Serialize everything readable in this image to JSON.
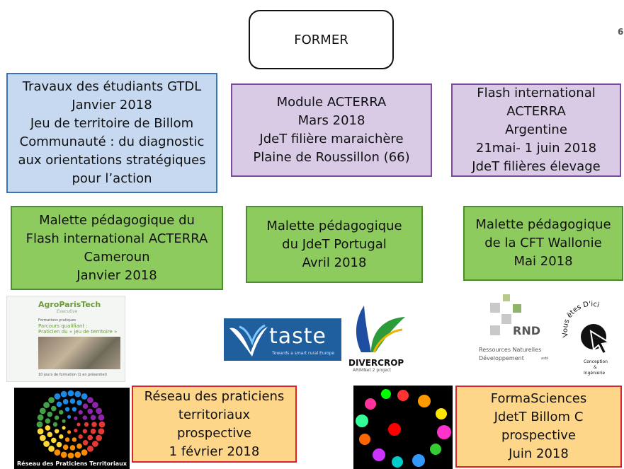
{
  "title": "FORMER",
  "page_number": "6",
  "row1": {
    "gtdl": [
      "Travaux des étudiants GTDL",
      "Janvier 2018",
      "Jeu de territoire de Billom",
      "Communauté : du diagnostic",
      "aux orientations stratégiques",
      "pour l’action"
    ],
    "acterra_module": [
      "Module ACTERRA",
      "Mars 2018",
      "JdeT filière maraichère",
      "Plaine de Roussillon (66)"
    ],
    "flash_argentine": [
      "Flash international",
      "ACTERRA",
      "Argentine",
      "21mai- 1 juin  2018",
      "JdeT filières élevage"
    ]
  },
  "row2": {
    "cameroun": [
      "Malette pédagogique du",
      "Flash international ACTERRA",
      "Cameroun",
      "Janvier 2018"
    ],
    "portugal": [
      "Malette pédagogique",
      "du JdeT  Portugal",
      "Avril 2018"
    ],
    "wallonie": [
      "Malette pédagogique",
      "de la CFT Wallonie",
      "Mai 2018"
    ]
  },
  "row3": {
    "reseau": [
      "Réseau des praticiens",
      "territoriaux",
      "prospective",
      "1 février 2018"
    ],
    "formasciences": [
      "FormaSciences",
      "JdetT Billom C",
      "prospective",
      "Juin 2018"
    ]
  },
  "logos": {
    "agroparistech": {
      "brand": "AgroParisTech",
      "sub": "Executive",
      "line1": "Formations pratiques",
      "line2": "Parcours qualifiant :",
      "line3": "Praticien du « jeu de territoire »",
      "footer": "10 jours de formation (1 en présentiel)"
    },
    "taste": {
      "name": "taste",
      "tagline": "Towards a smart rural Europe"
    },
    "divercrop": {
      "name": "DIVERCROP",
      "sub": "ARIMNet 2 project"
    },
    "rnd": {
      "name": "RND",
      "line1": "Ressources Naturelles",
      "line2": "Développement",
      "suffix": "asbl"
    },
    "vous_etes_dici": {
      "arc": "Vous êtes D'ici",
      "line1": "Conception",
      "line2": "&",
      "line3": "Ingénierie"
    },
    "reseau_logo": {
      "caption": "Réseau des Praticiens Territoriaux"
    }
  },
  "colors": {
    "blue_fill": "#c6d9f1",
    "purple_fill": "#d9cbe6",
    "green_fill": "#8ecb5e",
    "yellow_fill": "#fdd68a",
    "red_border": "#d9242b"
  }
}
